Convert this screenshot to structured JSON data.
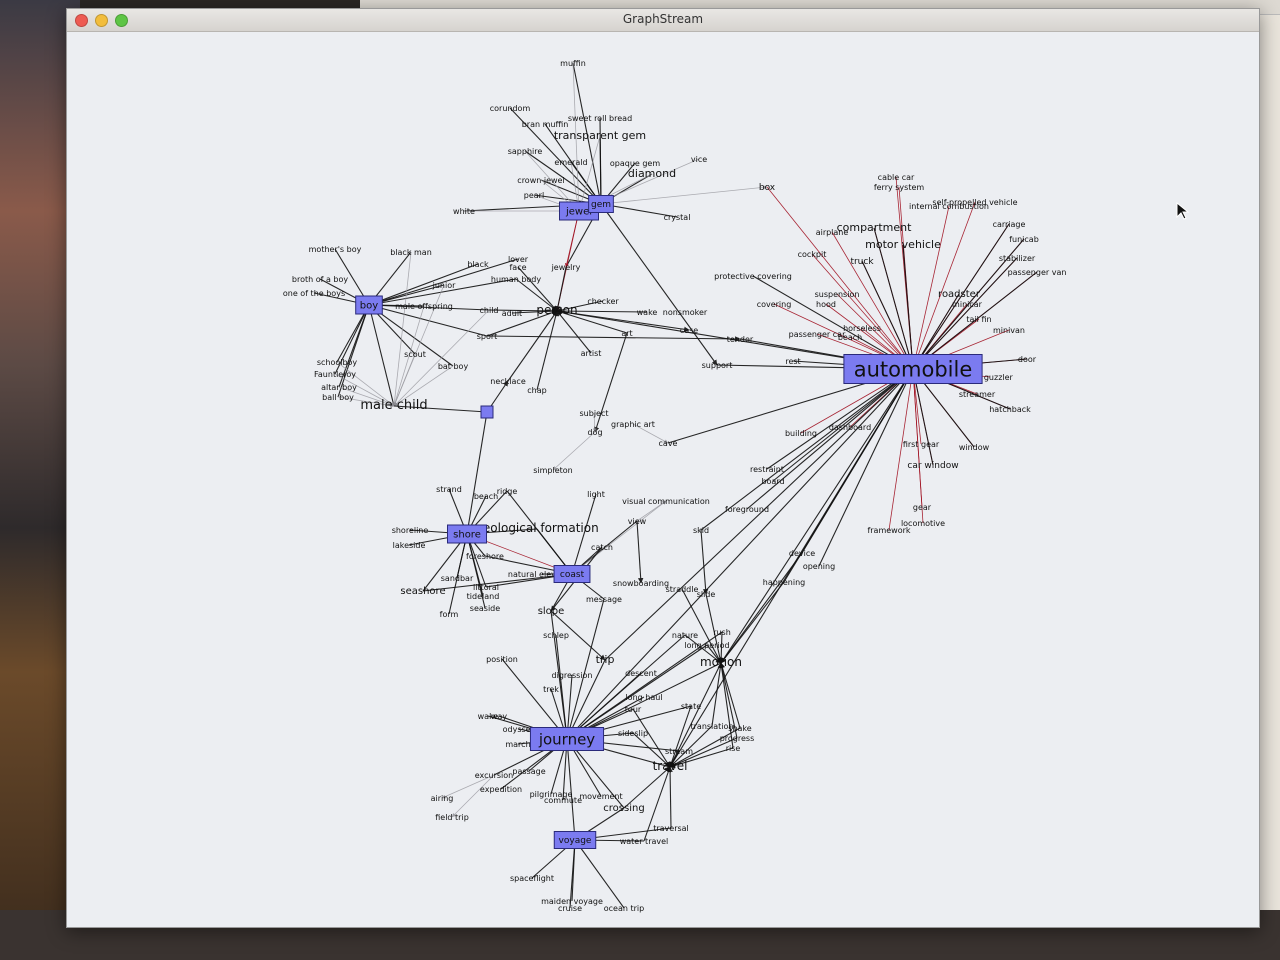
{
  "window": {
    "title": "GraphStream"
  },
  "colors": {
    "node_fill": "#7b7bf0",
    "node_stroke": "#2a2a7a",
    "edge_dark": "#111111",
    "edge_red": "#a01020",
    "edge_grey": "#9a9aa0",
    "canvas_bg": "#eceef2"
  },
  "graph": {
    "box_nodes": [
      {
        "id": "automobile",
        "label": "automobile"
      },
      {
        "id": "journey",
        "label": "journey"
      },
      {
        "id": "jewel",
        "label": "jewel"
      },
      {
        "id": "gem",
        "label": "gem"
      },
      {
        "id": "boy",
        "label": "boy"
      },
      {
        "id": "shore",
        "label": "shore"
      },
      {
        "id": "coast",
        "label": "coast"
      },
      {
        "id": "voyage",
        "label": "voyage"
      },
      {
        "id": "hub",
        "label": ""
      }
    ],
    "text_nodes": [
      {
        "id": "muffin",
        "label": "muffin"
      },
      {
        "id": "corundom",
        "label": "corundom"
      },
      {
        "id": "bran_muffin",
        "label": "bran muffin"
      },
      {
        "id": "sweet_roll",
        "label": "sweet roll bread"
      },
      {
        "id": "transparent_gem",
        "label": "transparent gem"
      },
      {
        "id": "sapphire",
        "label": "sapphire"
      },
      {
        "id": "emerald",
        "label": "emerald"
      },
      {
        "id": "opaque_gem",
        "label": "opaque gem"
      },
      {
        "id": "diamond",
        "label": "diamond"
      },
      {
        "id": "vice",
        "label": "vice"
      },
      {
        "id": "crown_jewel",
        "label": "crown jewel"
      },
      {
        "id": "pearl",
        "label": "pearl"
      },
      {
        "id": "box",
        "label": "box"
      },
      {
        "id": "white",
        "label": "white"
      },
      {
        "id": "crystal",
        "label": "crystal"
      },
      {
        "id": "mothers_boy",
        "label": "mother's boy"
      },
      {
        "id": "black_man",
        "label": "black man"
      },
      {
        "id": "black",
        "label": "black"
      },
      {
        "id": "lover",
        "label": "lover"
      },
      {
        "id": "face",
        "label": "face"
      },
      {
        "id": "broth_boy",
        "label": "broth of a boy"
      },
      {
        "id": "one_boys",
        "label": "one of the boys"
      },
      {
        "id": "junior",
        "label": "junior"
      },
      {
        "id": "human_body",
        "label": "human body"
      },
      {
        "id": "jewelry",
        "label": "jewelry"
      },
      {
        "id": "male_offspring",
        "label": "male offspring"
      },
      {
        "id": "child",
        "label": "child"
      },
      {
        "id": "adult",
        "label": "adult"
      },
      {
        "id": "person",
        "label": "person"
      },
      {
        "id": "checker",
        "label": "checker"
      },
      {
        "id": "wake",
        "label": "wake"
      },
      {
        "id": "nonsmoker",
        "label": "nonsmoker"
      },
      {
        "id": "case",
        "label": "case"
      },
      {
        "id": "art",
        "label": "art"
      },
      {
        "id": "sport",
        "label": "sport"
      },
      {
        "id": "scout",
        "label": "scout"
      },
      {
        "id": "schoolboy",
        "label": "schoolboy"
      },
      {
        "id": "fauntleroy",
        "label": "Fauntleroy"
      },
      {
        "id": "altar_boy",
        "label": "altar boy"
      },
      {
        "id": "ball_boy",
        "label": "ball boy"
      },
      {
        "id": "bat_boy",
        "label": "bat boy"
      },
      {
        "id": "male_child",
        "label": "male child"
      },
      {
        "id": "artist",
        "label": "artist"
      },
      {
        "id": "necklace",
        "label": "necklace"
      },
      {
        "id": "chap",
        "label": "chap"
      },
      {
        "id": "subject",
        "label": "subject"
      },
      {
        "id": "graphic_art",
        "label": "graphic art"
      },
      {
        "id": "dog",
        "label": "dog"
      },
      {
        "id": "cave",
        "label": "cave"
      },
      {
        "id": "support",
        "label": "support"
      },
      {
        "id": "protective_covering",
        "label": "protective covering"
      },
      {
        "id": "covering",
        "label": "covering"
      },
      {
        "id": "hood",
        "label": "hood"
      },
      {
        "id": "cockpit",
        "label": "cockpit"
      },
      {
        "id": "airplane",
        "label": "airplane"
      },
      {
        "id": "compartment",
        "label": "compartment"
      },
      {
        "id": "cable_car",
        "label": "cable car"
      },
      {
        "id": "ferry",
        "label": "ferry system"
      },
      {
        "id": "self_propelled",
        "label": "self-propelled vehicle"
      },
      {
        "id": "internal_combustion",
        "label": "internal combustion"
      },
      {
        "id": "carriage",
        "label": "carriage"
      },
      {
        "id": "motor_vehicle",
        "label": "motor vehicle"
      },
      {
        "id": "truck",
        "label": "truck"
      },
      {
        "id": "funicab",
        "label": "funicab"
      },
      {
        "id": "stabilizer",
        "label": "stabilizer"
      },
      {
        "id": "passenger_van",
        "label": "passenger van"
      },
      {
        "id": "suspension",
        "label": "suspension"
      },
      {
        "id": "roadster",
        "label": "roadster"
      },
      {
        "id": "minicar",
        "label": "minicar"
      },
      {
        "id": "horseless",
        "label": "horseless"
      },
      {
        "id": "beach",
        "label": "beach"
      },
      {
        "id": "tail_fin",
        "label": "tail fin"
      },
      {
        "id": "minivan",
        "label": "minivan"
      },
      {
        "id": "passenger_car",
        "label": "passenger car"
      },
      {
        "id": "tender",
        "label": "tender"
      },
      {
        "id": "door",
        "label": "door"
      },
      {
        "id": "gas_guzzler",
        "label": "gas guzzler"
      },
      {
        "id": "streamer",
        "label": "streamer"
      },
      {
        "id": "hatchback",
        "label": "hatchback"
      },
      {
        "id": "rest",
        "label": "rest"
      },
      {
        "id": "building",
        "label": "building"
      },
      {
        "id": "dashboard",
        "label": "dashboard"
      },
      {
        "id": "first_gear",
        "label": "first gear"
      },
      {
        "id": "window",
        "label": "window"
      },
      {
        "id": "car_window",
        "label": "car window"
      },
      {
        "id": "restraint",
        "label": "restraint"
      },
      {
        "id": "board",
        "label": "board"
      },
      {
        "id": "foreground",
        "label": "foreground"
      },
      {
        "id": "skid",
        "label": "skid"
      },
      {
        "id": "gear",
        "label": "gear"
      },
      {
        "id": "framework",
        "label": "framework"
      },
      {
        "id": "locomotive",
        "label": "locomotive"
      },
      {
        "id": "device",
        "label": "device"
      },
      {
        "id": "opening",
        "label": "opening"
      },
      {
        "id": "happening",
        "label": "happening"
      },
      {
        "id": "simpleton",
        "label": "simpleton"
      },
      {
        "id": "strand",
        "label": "strand"
      },
      {
        "id": "ridge",
        "label": "ridge"
      },
      {
        "id": "beach2",
        "label": "beach"
      },
      {
        "id": "light",
        "label": "light"
      },
      {
        "id": "visual_comm",
        "label": "visual communication"
      },
      {
        "id": "shoreline",
        "label": "shoreline"
      },
      {
        "id": "lakeside",
        "label": "lakeside"
      },
      {
        "id": "geological",
        "label": "geological formation"
      },
      {
        "id": "foreshore",
        "label": "foreshore"
      },
      {
        "id": "view",
        "label": "view"
      },
      {
        "id": "catch",
        "label": "catch"
      },
      {
        "id": "seashore",
        "label": "seashore"
      },
      {
        "id": "sandbar",
        "label": "sandbar"
      },
      {
        "id": "littoral",
        "label": "littoral"
      },
      {
        "id": "natural_elevation",
        "label": "natural elevation"
      },
      {
        "id": "tideland",
        "label": "tideland"
      },
      {
        "id": "seaside",
        "label": "seaside"
      },
      {
        "id": "form",
        "label": "form"
      },
      {
        "id": "slope",
        "label": "slope"
      },
      {
        "id": "message",
        "label": "message"
      },
      {
        "id": "snowboarding",
        "label": "snowboarding"
      },
      {
        "id": "straddle",
        "label": "straddle"
      },
      {
        "id": "slide",
        "label": "slide"
      },
      {
        "id": "schlep",
        "label": "schlep"
      },
      {
        "id": "position",
        "label": "position"
      },
      {
        "id": "trip",
        "label": "trip"
      },
      {
        "id": "nature",
        "label": "nature"
      },
      {
        "id": "rush",
        "label": "rush"
      },
      {
        "id": "long_period",
        "label": "long period"
      },
      {
        "id": "motion",
        "label": "motion"
      },
      {
        "id": "digression",
        "label": "digression"
      },
      {
        "id": "descent",
        "label": "descent"
      },
      {
        "id": "trek",
        "label": "trek"
      },
      {
        "id": "long_haul",
        "label": "long haul"
      },
      {
        "id": "tour",
        "label": "tour"
      },
      {
        "id": "wake2",
        "label": "wake"
      },
      {
        "id": "state",
        "label": "state"
      },
      {
        "id": "odyssey",
        "label": "odyssey"
      },
      {
        "id": "march",
        "label": "march"
      },
      {
        "id": "sideslip",
        "label": "sideslip"
      },
      {
        "id": "translation",
        "label": "translation"
      },
      {
        "id": "shake",
        "label": "shake"
      },
      {
        "id": "progress",
        "label": "progress"
      },
      {
        "id": "rise",
        "label": "rise"
      },
      {
        "id": "stream",
        "label": "stream"
      },
      {
        "id": "travel",
        "label": "travel"
      },
      {
        "id": "excursion",
        "label": "excursion"
      },
      {
        "id": "passage",
        "label": "passage"
      },
      {
        "id": "expedition",
        "label": "expedition"
      },
      {
        "id": "pilgrimage",
        "label": "pilgrimage"
      },
      {
        "id": "commute",
        "label": "commute"
      },
      {
        "id": "movement",
        "label": "movement"
      },
      {
        "id": "airing",
        "label": "airing"
      },
      {
        "id": "crossing",
        "label": "crossing"
      },
      {
        "id": "field_trip",
        "label": "field trip"
      },
      {
        "id": "traversal",
        "label": "traversal"
      },
      {
        "id": "water_travel",
        "label": "water travel"
      },
      {
        "id": "spaceflight",
        "label": "spaceflight"
      },
      {
        "id": "maiden_voyage",
        "label": "maiden voyage"
      },
      {
        "id": "cruise",
        "label": "cruise"
      },
      {
        "id": "ocean_trip",
        "label": "ocean trip"
      },
      {
        "id": "way",
        "label": "way"
      }
    ]
  }
}
